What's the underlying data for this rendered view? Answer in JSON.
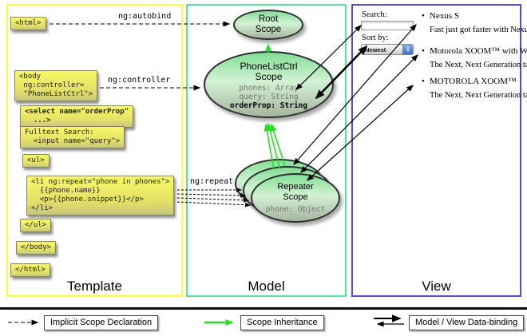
{
  "columns": {
    "template_label": "Template",
    "model_label": "Model",
    "view_label": "View"
  },
  "template": {
    "html_open": "<html>",
    "body_open": "<body\n ng:controller=\n \"PhoneListCtrl\">",
    "select": "<select name=\"orderProp\"\n  ...>",
    "fulltext": "Fulltext Search:\n  <input name=\"query\">",
    "ul_open": "<ul>",
    "li_repeat": "<li ng:repeat=\"phone in phones\">\n  {{phone.name}}\n  <p>{{phone.snippet}}</p>\n</li>",
    "ul_close": "</ul>",
    "body_close": "</body>",
    "html_close": "</html>"
  },
  "arrow_labels": {
    "autobind": "ng:autobind",
    "controller": "ng:controller",
    "repeat": "ng:repeat"
  },
  "model": {
    "root_scope": {
      "title": "Root\nScope"
    },
    "phonelist_scope": {
      "title": "PhoneListCtrl\nScope",
      "prop_phones": "phones: Array",
      "prop_query": "query: String",
      "prop_orderprop": "orderProp: String"
    },
    "repeater_scope": {
      "title": "Repeater\nScope",
      "prop_phone": "phone: Object"
    }
  },
  "view": {
    "search_label": "Search:",
    "search_value": "",
    "sort_label": "Sort by:",
    "sort_value": "Newest",
    "bullet": "•",
    "items": [
      {
        "name": "Nexus S",
        "desc": "Fast just got faster with Nexus S."
      },
      {
        "name": "Motorola XOOM™ with Wi-Fi",
        "desc": "The Next, Next Generation tablet."
      },
      {
        "name": "MOTOROLA XOOM™",
        "desc": "The Next, Next Generation tablet."
      }
    ]
  },
  "legend": {
    "implicit": "Implicit Scope Declaration",
    "inheritance": "Scope Inheritance",
    "databinding": "Model / View Data-binding"
  },
  "colors": {
    "template_border": "#ffff42",
    "model_border": "#56e39e",
    "view_border": "#5b49d6",
    "scope_green_top": "#84de96",
    "scope_green_bottom": "#a6b59e",
    "code_box_yellow": "#f8f868",
    "arrow_green": "#2adb2a"
  }
}
